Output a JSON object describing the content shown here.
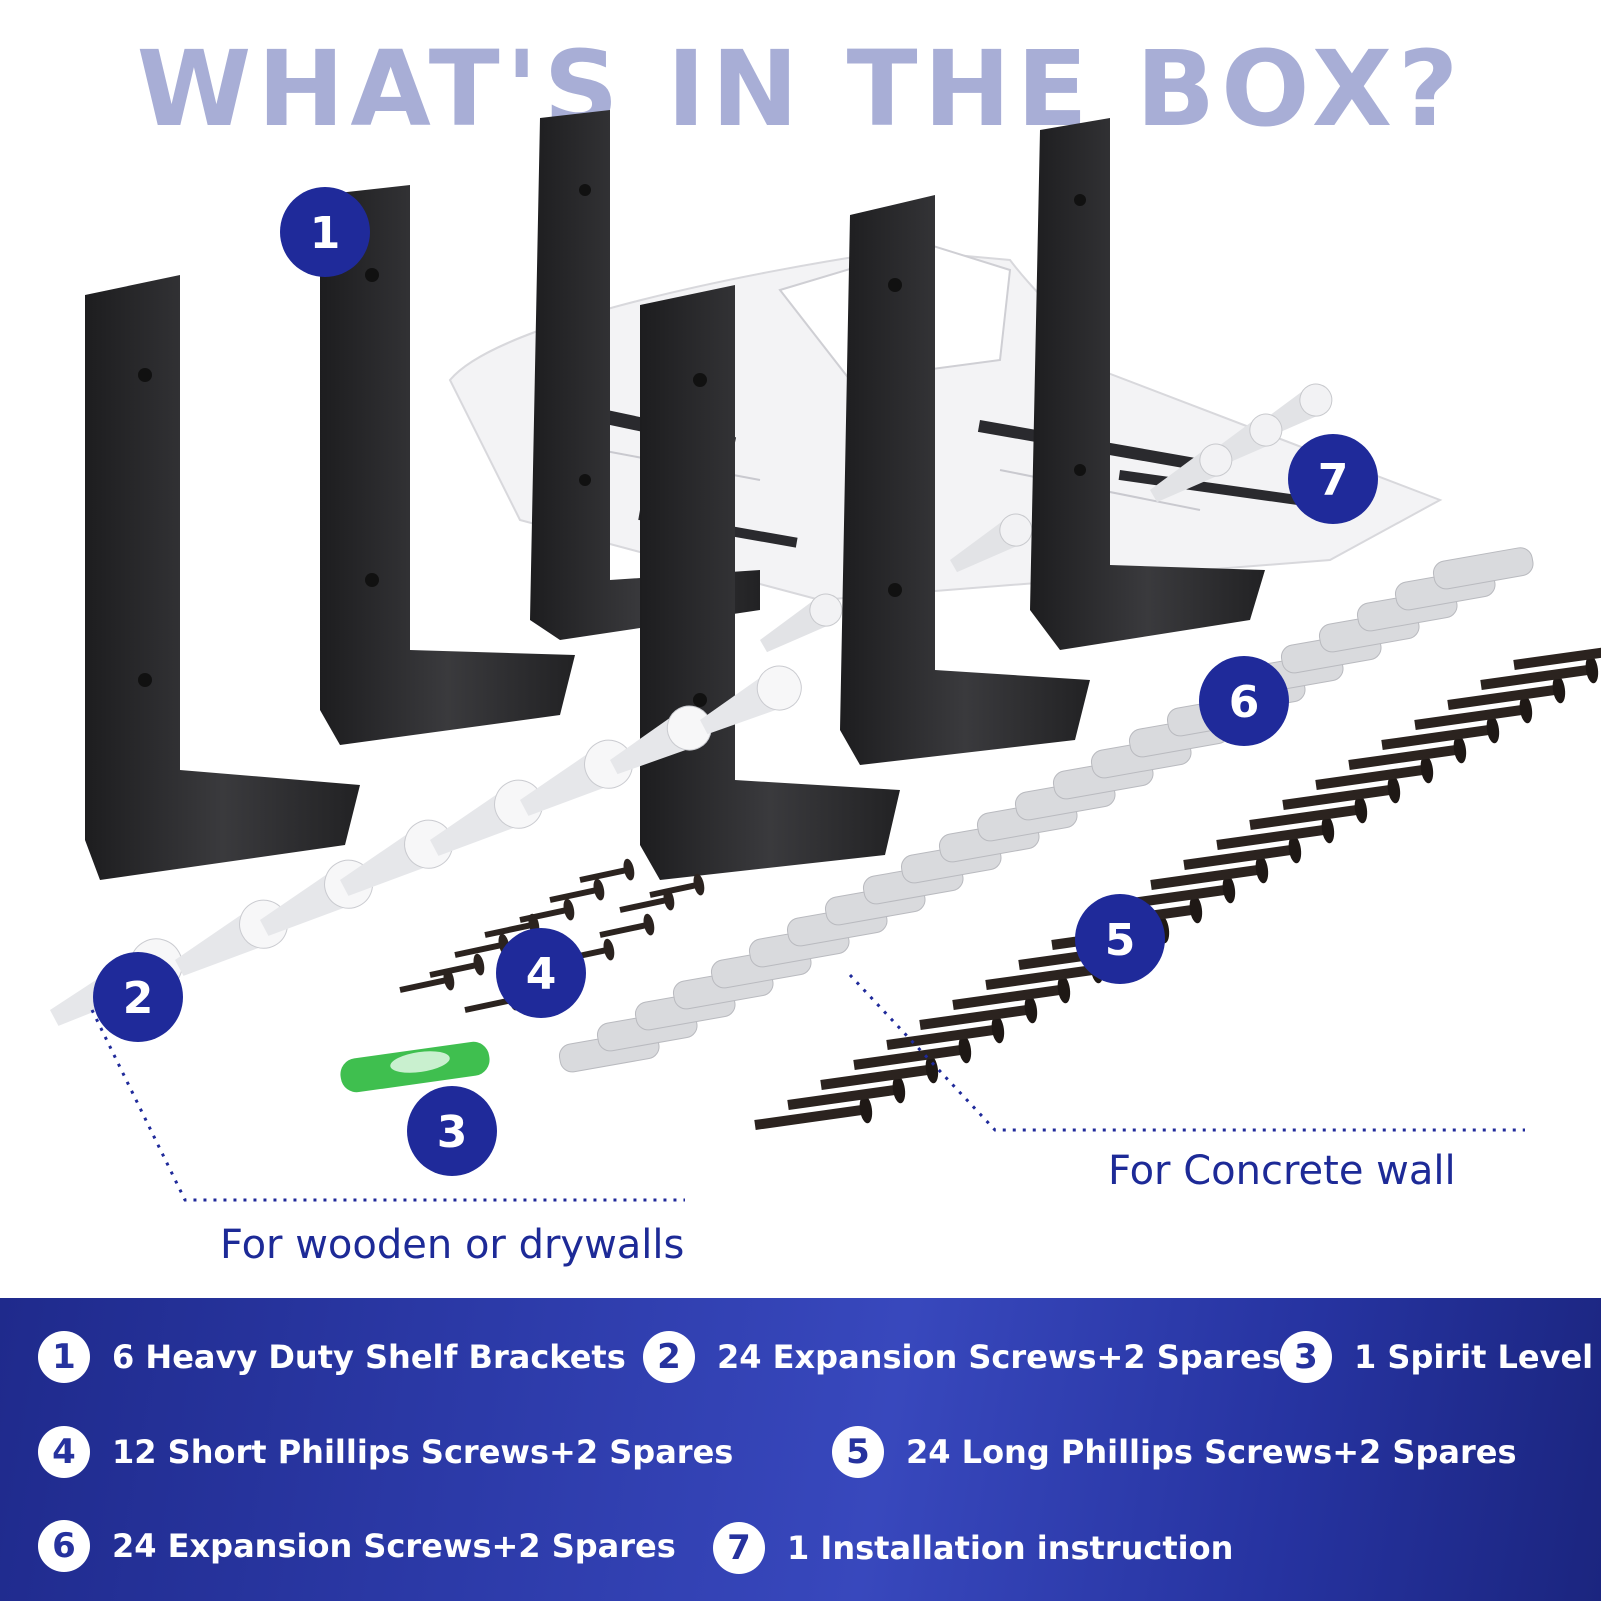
{
  "title": "WHAT'S IN THE BOX?",
  "callouts": [
    "1",
    "2",
    "3",
    "4",
    "5",
    "6",
    "7"
  ],
  "captions": {
    "wooden": "For wooden or drywalls",
    "concrete": "For Concrete wall"
  },
  "legend": [
    {
      "num": "1",
      "text": "6 Heavy Duty Shelf Brackets"
    },
    {
      "num": "2",
      "text": "24 Expansion Screws+2 Spares"
    },
    {
      "num": "3",
      "text": "1 Spirit Level"
    },
    {
      "num": "4",
      "text": "12 Short Phillips Screws+2 Spares"
    },
    {
      "num": "5",
      "text": "24 Long Phillips Screws+2 Spares"
    },
    {
      "num": "6",
      "text": "24 Expansion Screws+2 Spares"
    },
    {
      "num": "7",
      "text": "1 Installation instruction"
    }
  ],
  "colors": {
    "title": "#a8aed6",
    "callout": "#1f2a9a",
    "panel": "#2c3aa8",
    "bracket": "#2a2a2c",
    "anchor": "#d9dadd"
  }
}
